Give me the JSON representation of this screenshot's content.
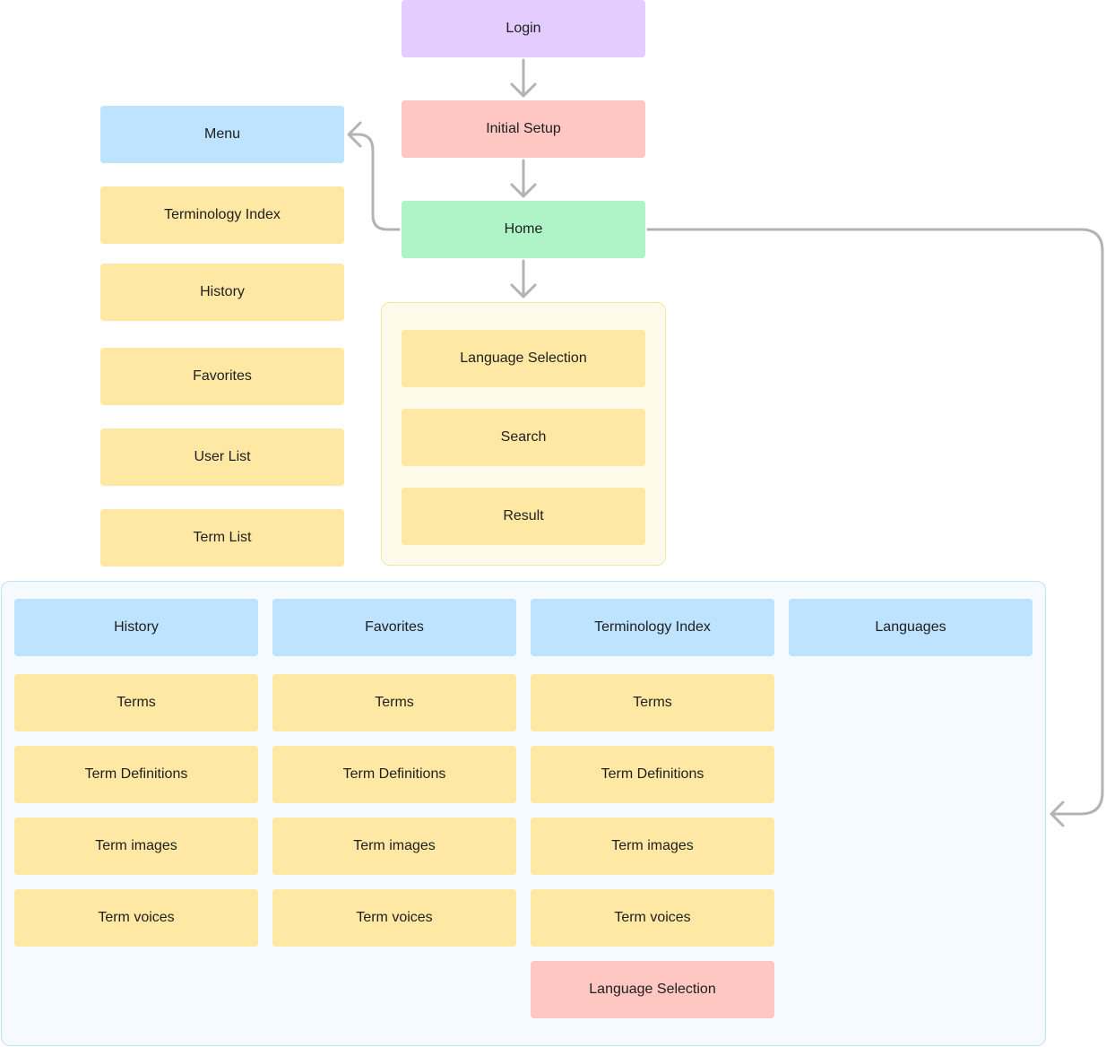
{
  "flow": {
    "login": "Login",
    "initial_setup": "Initial Setup",
    "home": "Home",
    "menu": "Menu"
  },
  "menu_items": [
    "Terminology Index",
    "History",
    "Favorites",
    "User List",
    "Term List"
  ],
  "home_group": [
    "Language Selection",
    "Search",
    "Result"
  ],
  "sections": {
    "history": {
      "header": "History",
      "items": [
        "Terms",
        "Term Definitions",
        "Term images",
        "Term voices"
      ]
    },
    "favorites": {
      "header": "Favorites",
      "items": [
        "Terms",
        "Term Definitions",
        "Term images",
        "Term voices"
      ]
    },
    "terminology_index": {
      "header": "Terminology Index",
      "items": [
        "Terms",
        "Term Definitions",
        "Term images",
        "Term voices"
      ],
      "extra": "Language Selection"
    },
    "languages": {
      "header": "Languages"
    }
  },
  "colors": {
    "login": "#e4ccff",
    "setup": "#ffc7c2",
    "home": "#aff4c6",
    "menu": "#bde3ff",
    "item": "#ffe8a3",
    "connector": "#b3b3b3"
  }
}
